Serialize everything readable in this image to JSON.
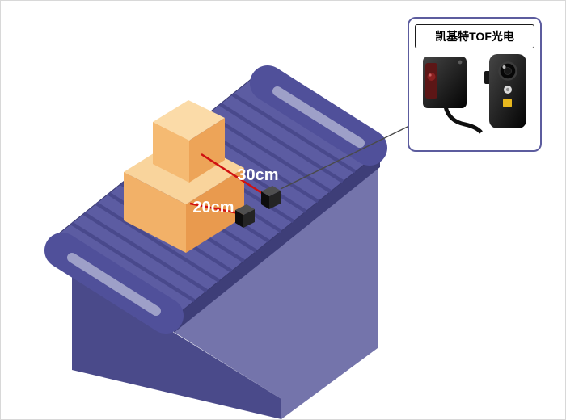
{
  "scene": {
    "description": "Isometric conveyor table with stacked cartons measured by TOF photoelectric sensors"
  },
  "callout": {
    "label": "凯基特TOF光电"
  },
  "measurements": {
    "upper": "30cm",
    "lower": "20cm"
  },
  "colors": {
    "belt_top": "#5c5ca2",
    "belt_stripe": "#49498c",
    "belt_side": "#3e3e78",
    "belt_end_cap": "#50509a",
    "roller_highlight": "#9ea0c8",
    "body_front": "#4a4a8a",
    "body_side": "#7474ab",
    "box_left_face": "#f2b168",
    "box_right_face": "#e99a4e",
    "box_top_face": "#f9d49c",
    "laser": "#d01111",
    "callout_border": "#5c5c9e",
    "sensor_body": "#111111",
    "led_yellow": "#e8b81e"
  }
}
